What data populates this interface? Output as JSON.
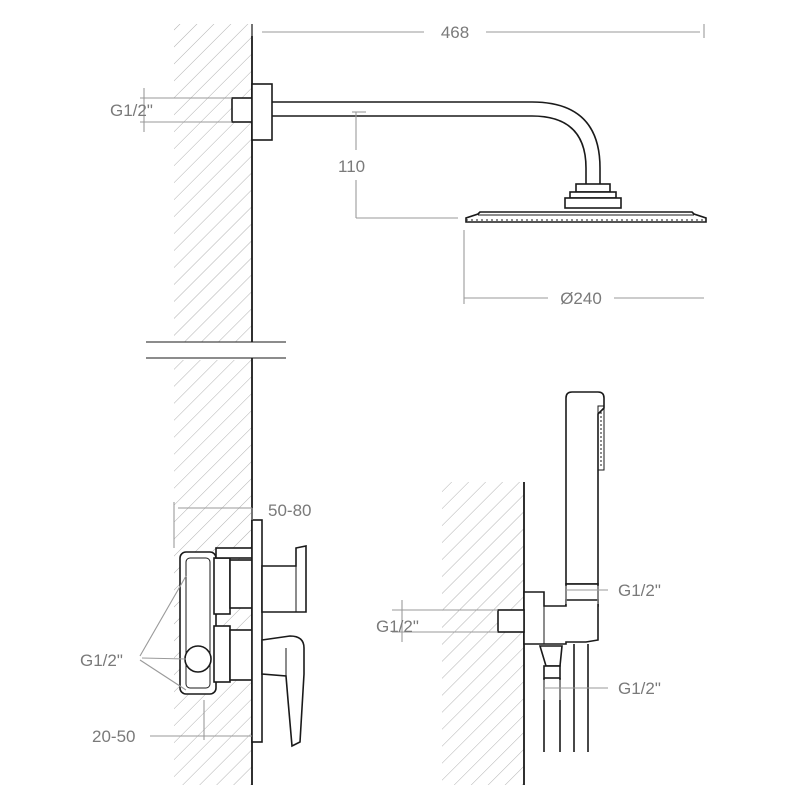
{
  "dimensions": {
    "arm_length": "468",
    "arm_inlet_thread": "G1/2\"",
    "arm_drop": "110",
    "head_diameter": "Ø240",
    "valve_depth": "50-80",
    "valve_inlet_thread": "G1/2\"",
    "valve_offset": "20-50",
    "handshower_outlet_thread": "G1/2\"",
    "wall_outlet_thread": "G1/2\"",
    "hose_thread": "G1/2\""
  }
}
